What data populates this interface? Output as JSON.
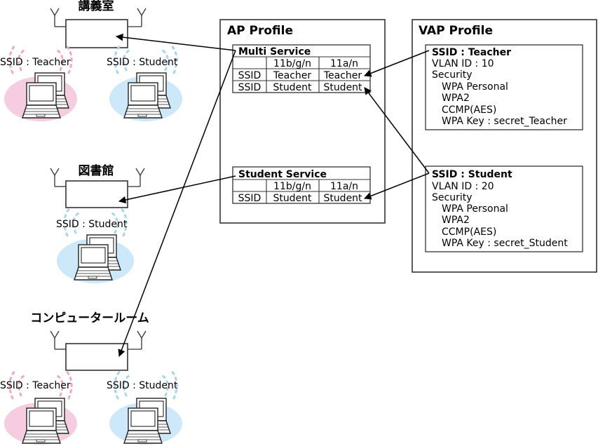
{
  "locations": {
    "lecture": {
      "title": "講義室",
      "ssid_left": "SSID : Teacher",
      "ssid_right": "SSID : Student"
    },
    "library": {
      "title": "図書館",
      "ssid": "SSID : Student"
    },
    "computer_room": {
      "title": "コンピュータールーム",
      "ssid_left": "SSID : Teacher",
      "ssid_right": "SSID : Student"
    }
  },
  "ap_profile": {
    "title": "AP Profile",
    "multi_service": {
      "name": "Multi Service",
      "headers": [
        "11b/g/n",
        "11a/n"
      ],
      "rows": [
        {
          "label": "SSID",
          "bgn": "Teacher",
          "an": "Teacher"
        },
        {
          "label": "SSID",
          "bgn": "Student",
          "an": "Student"
        }
      ]
    },
    "student_service": {
      "name": "Student Service",
      "headers": [
        "11b/g/n",
        "11a/n"
      ],
      "rows": [
        {
          "label": "SSID",
          "bgn": "Student",
          "an": "Student"
        }
      ]
    }
  },
  "vap_profile": {
    "title": "VAP Profile",
    "teacher": {
      "ssid": "SSID : Teacher",
      "vlan": "VLAN ID : 10",
      "security": "Security",
      "items": [
        "WPA Personal",
        "WPA2",
        "CCMP(AES)",
        "WPA Key : secret_Teacher"
      ]
    },
    "student": {
      "ssid": "SSID : Student",
      "vlan": "VLAN ID : 20",
      "security": "Security",
      "items": [
        "WPA Personal",
        "WPA2",
        "CCMP(AES)",
        "WPA Key : secret_Student"
      ]
    }
  },
  "colors": {
    "teacher_zone": "#f6cde0",
    "teacher_wave": "#f0a8c8",
    "student_zone": "#cde8f8",
    "student_wave": "#a8d4f0",
    "line": "#000000"
  }
}
